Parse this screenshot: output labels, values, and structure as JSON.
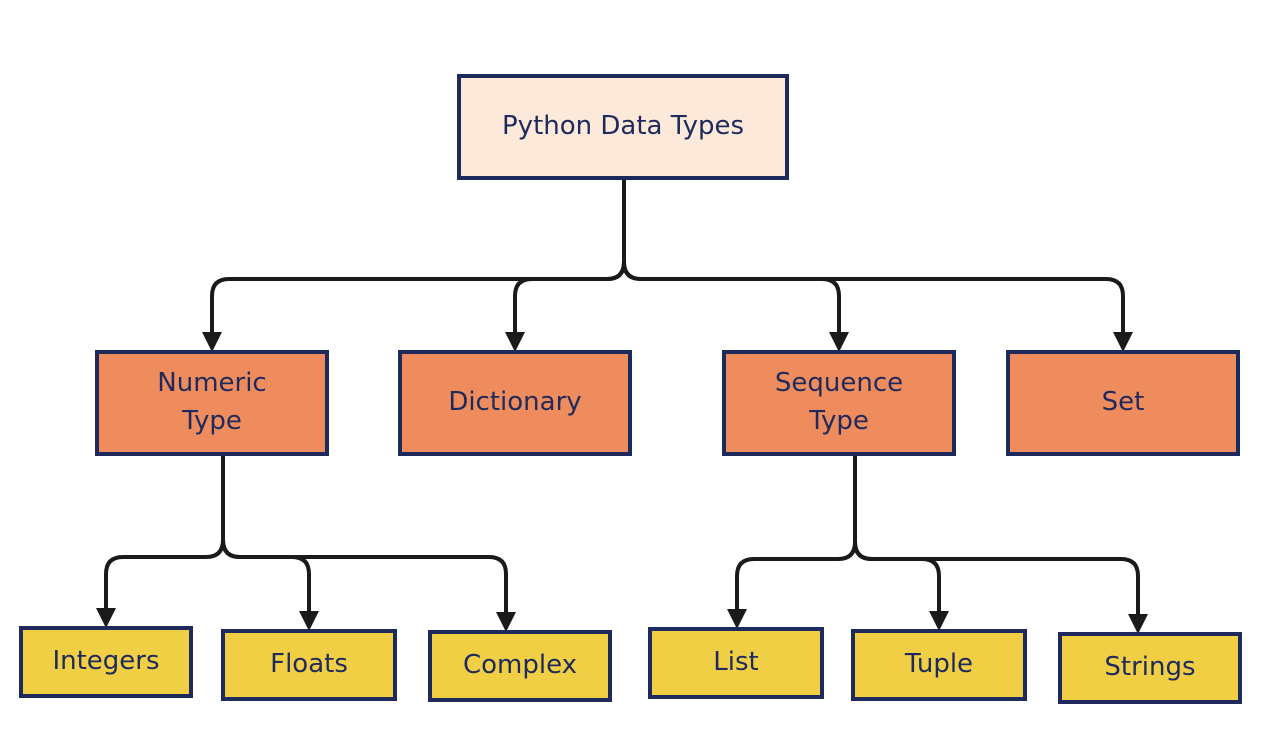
{
  "root": {
    "label": "Python Data Types"
  },
  "categories": {
    "numeric": {
      "line1": "Numeric",
      "line2": "Type"
    },
    "dictionary": {
      "label": "Dictionary"
    },
    "sequence": {
      "line1": "Sequence",
      "line2": "Type"
    },
    "set": {
      "label": "Set"
    }
  },
  "numeric_children": [
    "Integers",
    "Floats",
    "Complex"
  ],
  "sequence_children": [
    "List",
    "Tuple",
    "Strings"
  ],
  "colors": {
    "root_fill": "#fce9d9",
    "category_fill": "#ef8c5e",
    "leaf_fill": "#f0cf45",
    "border": "#1f2a5c",
    "connector": "#1a1a1a"
  }
}
